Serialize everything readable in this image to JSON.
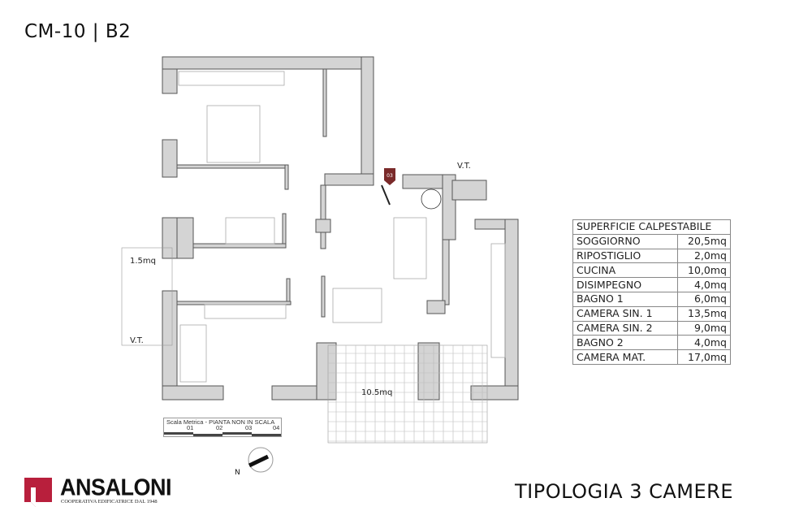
{
  "header": {
    "code": "CM-10 | B2"
  },
  "footer": {
    "tipologia": "TIPOLOGIA 3 CAMERE"
  },
  "logo": {
    "name": "ANSALONI",
    "subtitle": "COOPERATIVA EDIFICATRICE DAL 1948",
    "color": "#b81f3c"
  },
  "table": {
    "title": "SUPERFICIE CALPESTABILE",
    "rows": [
      {
        "name": "SOGGIORNO",
        "value": "20,5mq"
      },
      {
        "name": "RIPOSTIGLIO",
        "value": "2,0mq"
      },
      {
        "name": "CUCINA",
        "value": "10,0mq"
      },
      {
        "name": "DISIMPEGNO",
        "value": "4,0mq"
      },
      {
        "name": "BAGNO 1",
        "value": "6,0mq"
      },
      {
        "name": "CAMERA SIN. 1",
        "value": "13,5mq"
      },
      {
        "name": "CAMERA SIN. 2",
        "value": "9,0mq"
      },
      {
        "name": "BAGNO 2",
        "value": "4,0mq"
      },
      {
        "name": "CAMERA MAT.",
        "value": "17,0mq"
      }
    ]
  },
  "plan": {
    "labels": {
      "vt_top": "V.T.",
      "vt_left": "V.T.",
      "balcony_small": "1.5mq",
      "balcony_large": "10.5mq",
      "unit_marker": "03"
    },
    "scale": {
      "title": "Scala Metrica - PIANTA NON IN SCALA",
      "ticks": [
        "01",
        "02",
        "03",
        "04"
      ]
    },
    "north": "N",
    "wall_color": "#d4d4d4",
    "marker_color": "#7a2a2a"
  }
}
